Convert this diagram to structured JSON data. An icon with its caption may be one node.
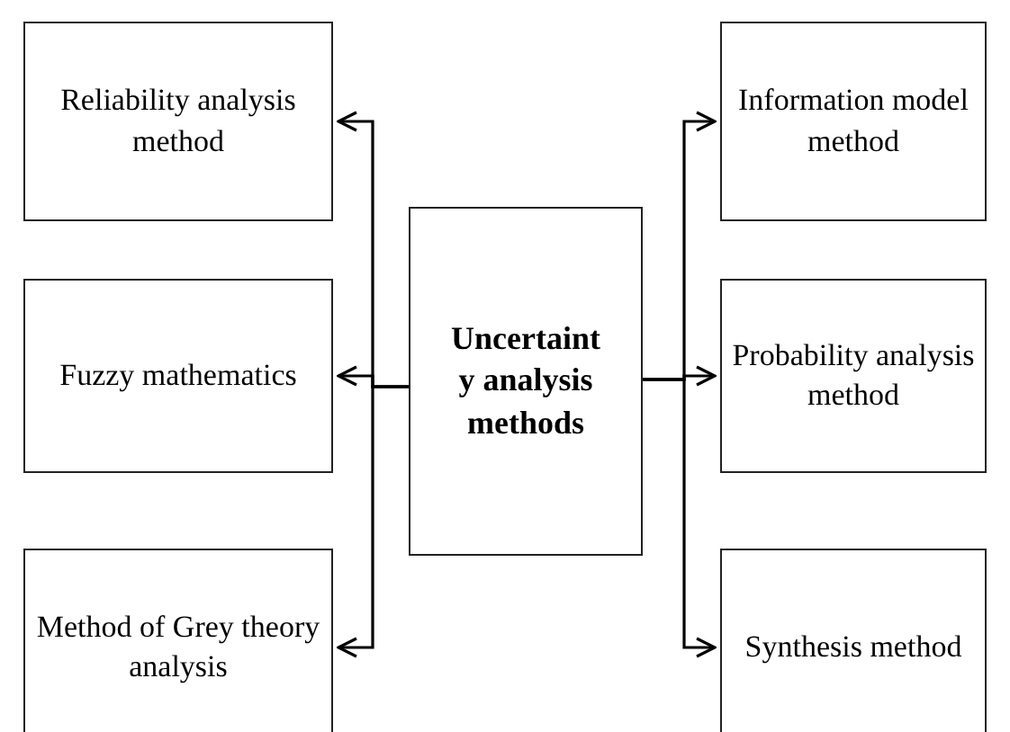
{
  "diagram": {
    "nodes": [
      {
        "text": [
          "Reliability analysis method"
        ]
      },
      {
        "text": [
          "Information model method"
        ]
      },
      {
        "text": [
          "Fuzzy mathematics"
        ]
      },
      {
        "text": [
          "Uncertainty analysis methods"
        ]
      },
      {
        "text": [
          "Probability analysis method"
        ]
      },
      {
        "text": [
          "Method of Grey theory analysis"
        ]
      },
      {
        "text": [
          "Synthesis method"
        ]
      }
    ],
    "edges": [
      {
        "from": 3,
        "to": 0,
        "arrow": "to"
      },
      {
        "from": 3,
        "to": 2,
        "arrow": "to"
      },
      {
        "from": 3,
        "to": 5,
        "arrow": "to"
      },
      {
        "from": 3,
        "to": 1,
        "arrow": "to"
      },
      {
        "from": 3,
        "to": 4,
        "arrow": "to"
      },
      {
        "from": 3,
        "to": 6,
        "arrow": "to"
      }
    ]
  }
}
